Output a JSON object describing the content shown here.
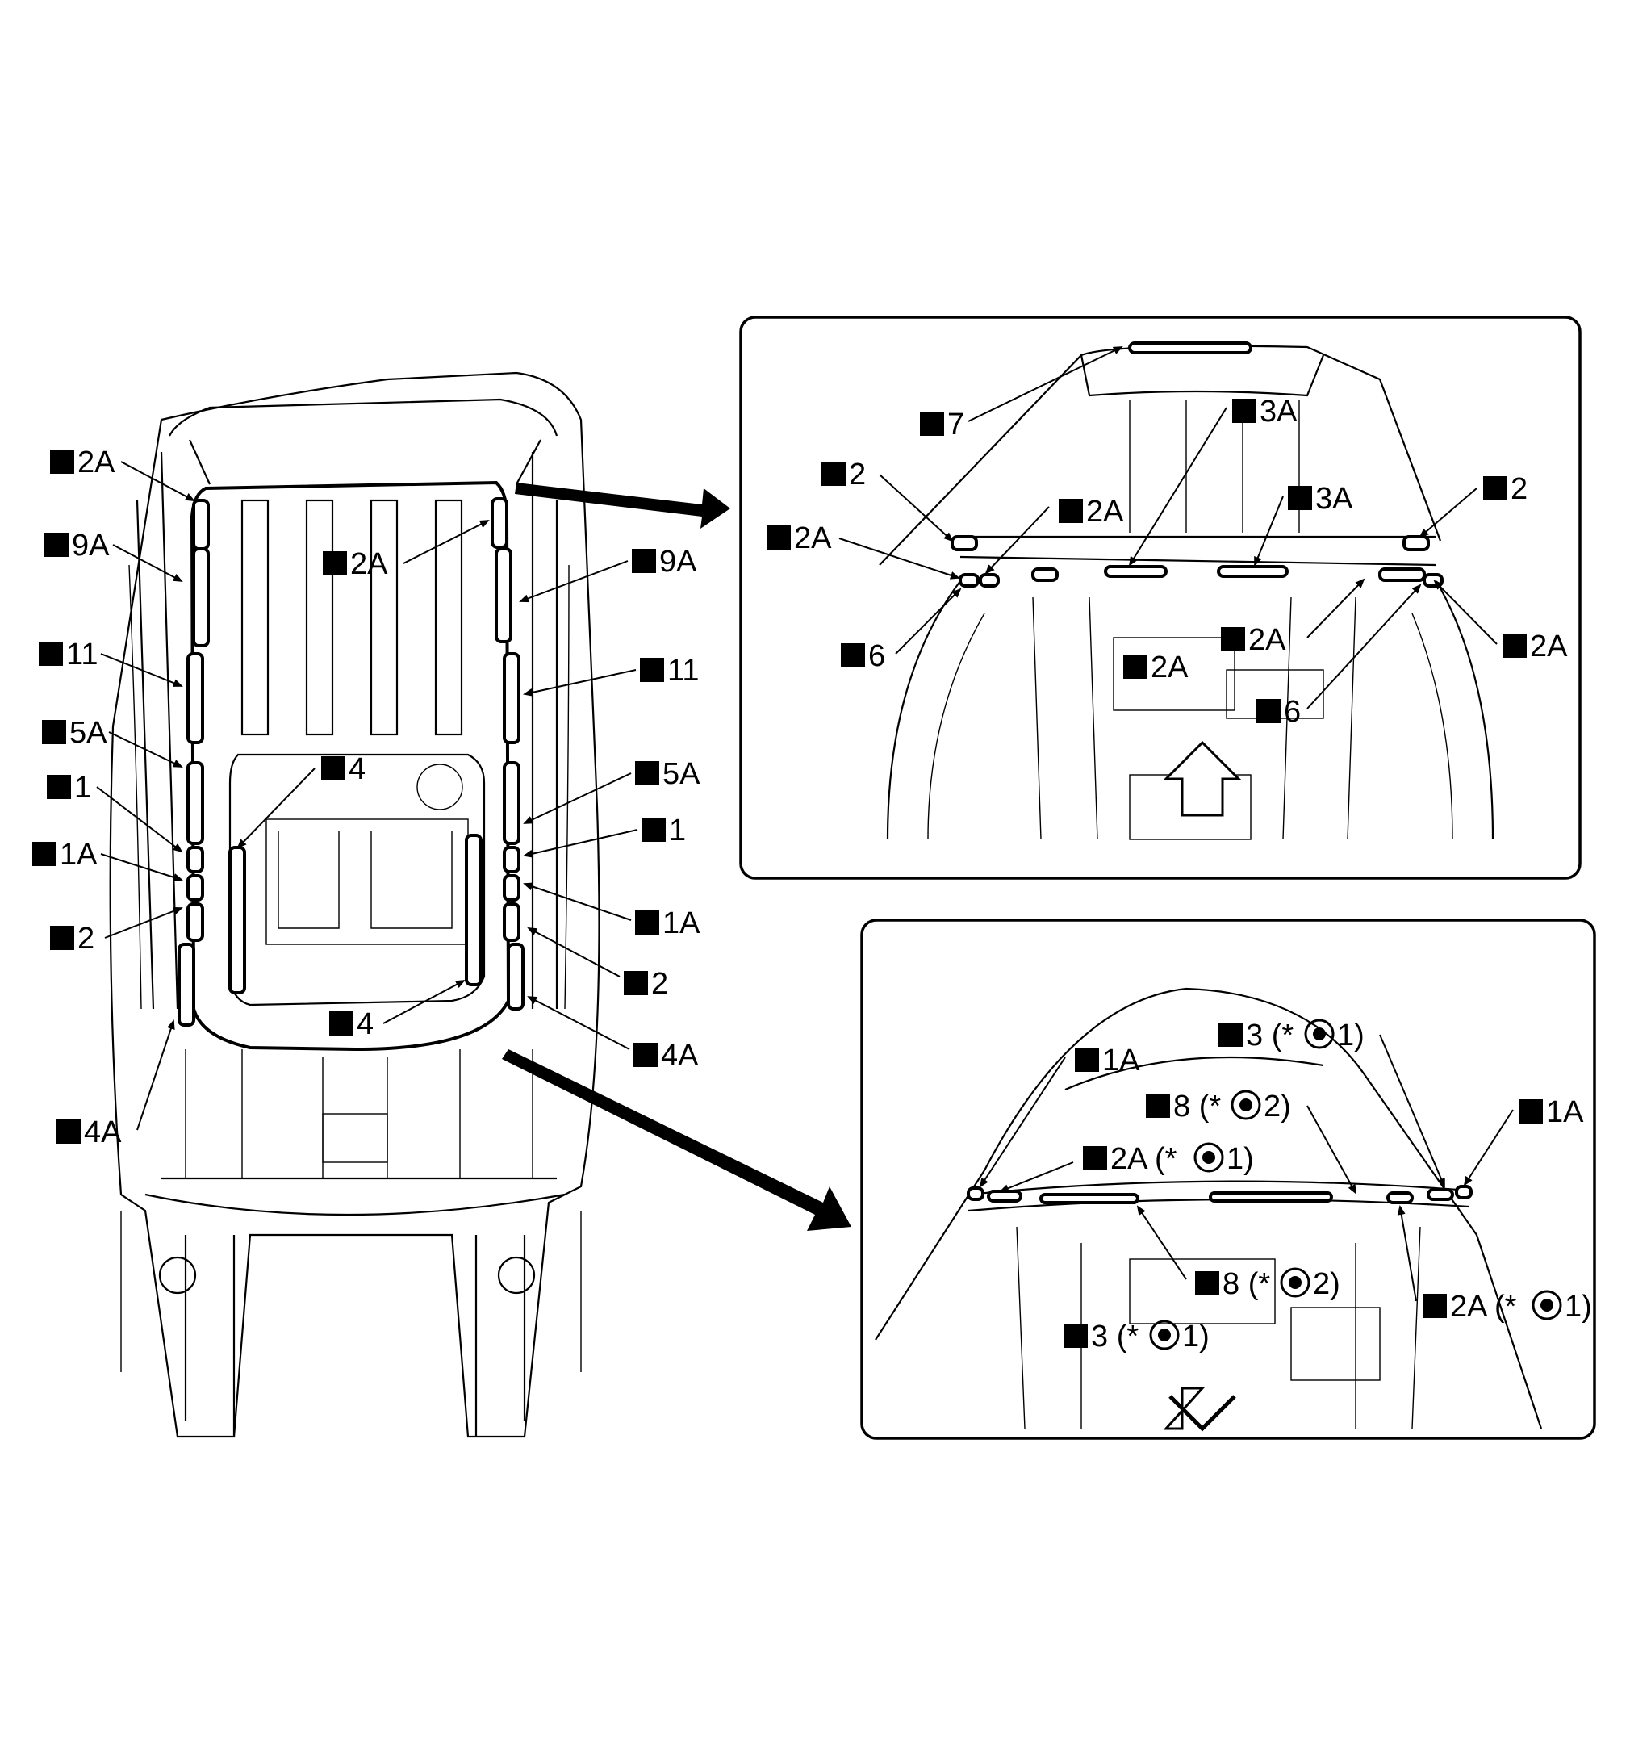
{
  "figure": {
    "callouts": [
      {
        "id": "L1",
        "label": "2A"
      },
      {
        "id": "L2",
        "label": "9A"
      },
      {
        "id": "L3",
        "label": "11"
      },
      {
        "id": "L4",
        "label": "5A"
      },
      {
        "id": "L5",
        "label": "1"
      },
      {
        "id": "L6",
        "label": "1A"
      },
      {
        "id": "L7",
        "label": "2"
      },
      {
        "id": "L8",
        "label": "4A"
      },
      {
        "id": "L9",
        "label": "2A"
      },
      {
        "id": "L10",
        "label": "4"
      },
      {
        "id": "L11",
        "label": "4"
      },
      {
        "id": "L12",
        "label": "9A"
      },
      {
        "id": "L13",
        "label": "11"
      },
      {
        "id": "L14",
        "label": "5A"
      },
      {
        "id": "L15",
        "label": "1"
      },
      {
        "id": "L16",
        "label": "1A"
      },
      {
        "id": "L17",
        "label": "2"
      },
      {
        "id": "L18",
        "label": "4A"
      }
    ],
    "detail_top": [
      {
        "id": "T1",
        "label": "7"
      },
      {
        "id": "T2",
        "label": "3A"
      },
      {
        "id": "T3",
        "label": "2"
      },
      {
        "id": "T4",
        "label": "2A"
      },
      {
        "id": "T5",
        "label": "2A"
      },
      {
        "id": "T6",
        "label": "3A"
      },
      {
        "id": "T7",
        "label": "2"
      },
      {
        "id": "T8",
        "label": "2A"
      },
      {
        "id": "T9",
        "label": "2A"
      },
      {
        "id": "T10",
        "label": "6"
      },
      {
        "id": "T11",
        "label": "2A"
      },
      {
        "id": "T12",
        "label": "6"
      }
    ],
    "detail_bottom": [
      {
        "id": "B1",
        "label": "3 (*",
        "circ": "1)"
      },
      {
        "id": "B2",
        "label": "1A",
        "circ": ""
      },
      {
        "id": "B3",
        "label": "8 (*",
        "circ": "2)"
      },
      {
        "id": "B4",
        "label": "1A",
        "circ": ""
      },
      {
        "id": "B5",
        "label": "2A (*",
        "circ": "1)"
      },
      {
        "id": "B6",
        "label": "8 (*",
        "circ": "2)"
      },
      {
        "id": "B7",
        "label": "2A (*",
        "circ": "1)"
      },
      {
        "id": "B8",
        "label": "3 (*",
        "circ": "1)"
      }
    ]
  }
}
